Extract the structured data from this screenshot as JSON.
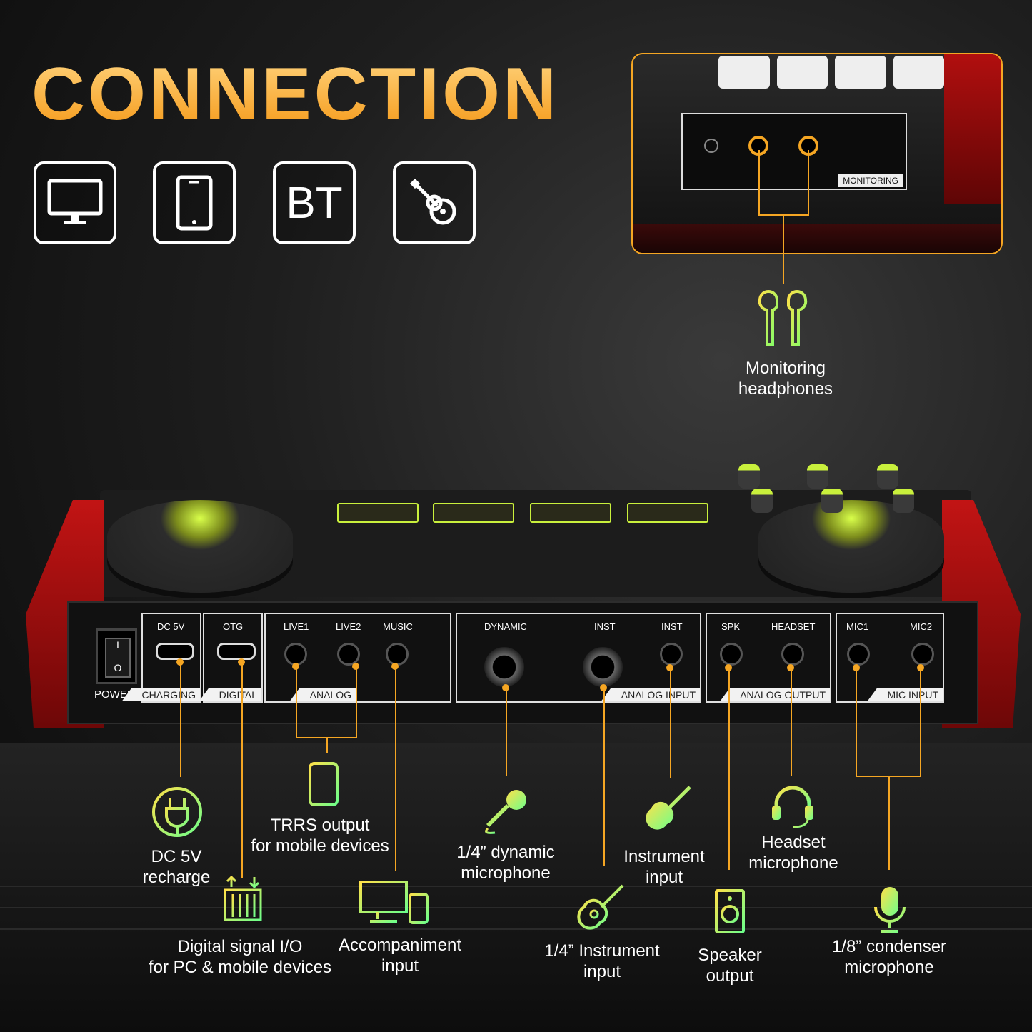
{
  "title": "CONNECTION",
  "devices": [
    {
      "icon": "monitor-icon"
    },
    {
      "icon": "tablet-icon"
    },
    {
      "label": "BT",
      "icon": "bluetooth-text"
    },
    {
      "icon": "guitar-icon"
    }
  ],
  "inset": {
    "monitoring_label": "MONITORING"
  },
  "panel": {
    "power": "POWER",
    "groups": {
      "charging": "CHARGING",
      "digital": "DIGITAL",
      "analog": "ANALOG",
      "analog_input": "ANALOG INPUT",
      "analog_output": "ANALOG OUTPUT",
      "mic_input": "MIC INPUT"
    },
    "ports": {
      "dc5v": "DC 5V",
      "otg": "OTG",
      "live1": "LIVE1",
      "live2": "LIVE2",
      "music": "MUSIC",
      "dynamic": "DYNAMIC",
      "inst1": "INST",
      "inst2": "INST",
      "spk": "SPK",
      "headset": "HEADSET",
      "mic1": "MIC1",
      "mic2": "MIC2"
    }
  },
  "captions": {
    "monitoring": [
      "Monitoring",
      "headphones"
    ],
    "dc": [
      "DC 5V",
      "recharge"
    ],
    "trrs": [
      "TRRS output",
      "for mobile devices"
    ],
    "digital": [
      "Digital signal I/O",
      "for PC & mobile devices"
    ],
    "accomp": [
      "Accompaniment",
      "input"
    ],
    "dynamic": [
      "1/4” dynamic",
      "microphone"
    ],
    "inst14": [
      "1/4” Instrument",
      "input"
    ],
    "instrument": [
      "Instrument",
      "input"
    ],
    "speaker": [
      "Speaker",
      "output"
    ],
    "headset": [
      "Headset",
      "microphone"
    ],
    "condenser": [
      "1/8” condenser",
      "microphone"
    ]
  },
  "colors": {
    "accent": "#f5a623",
    "icon_green": "#c9f03c",
    "red": "#c21414"
  }
}
